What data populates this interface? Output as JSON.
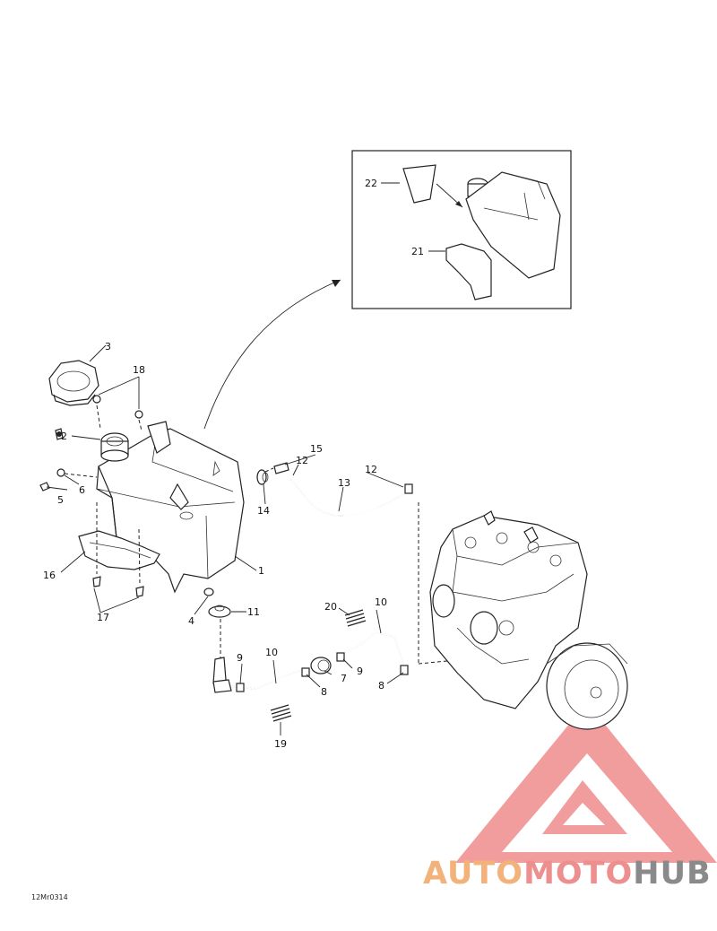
{
  "diagram": {
    "ref_code": "12Mr0314",
    "callouts": {
      "c1": "1",
      "c2": "2",
      "c3": "3",
      "c4": "4",
      "c5": "5",
      "c6": "6",
      "c7": "7",
      "c8a": "8",
      "c8b": "8",
      "c9a": "9",
      "c9b": "9",
      "c10a": "10",
      "c10b": "10",
      "c11": "11",
      "c12a": "12",
      "c12b": "12",
      "c13": "13",
      "c14": "14",
      "c15": "15",
      "c16": "16",
      "c17": "17",
      "c18": "18",
      "c19": "19",
      "c20": "20",
      "c21": "21",
      "c22": "22"
    }
  },
  "watermark": {
    "part_a": "AUTO",
    "part_b": "MOTO",
    "part_c": "HUB",
    "colors": {
      "auto": "#f2b27a",
      "moto": "#ee8f8f",
      "hub": "#8a8a8a",
      "logo": "#f08c8c"
    }
  }
}
